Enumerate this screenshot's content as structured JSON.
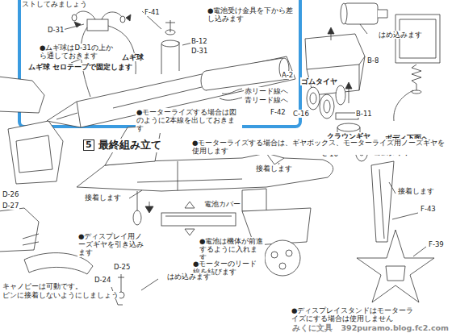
{
  "diagram": {
    "title": "最終組み立て",
    "nodes": [
      {
        "text": [
          "5"
        ]
      }
    ],
    "labels": [
      "ストしてみましょう",
      "D-31",
      "●ムギ球はD-31の上から通しておきます",
      "ムギ球 セロテープで固定します",
      "ムギ球",
      "F-41",
      "B-12",
      "D-31",
      "●電池受け金具を下から差し込みます",
      "赤リード線へ",
      "青リード線へ",
      "●モーターライズする場合は図のように2本線を出しておきます",
      "A-2",
      "F-42",
      "はめ込みます",
      "B-8",
      "ゴムタイヤ",
      "C-16",
      "B-11",
      "クラウンギヤ",
      "C-16",
      "ゴムタイヤ",
      "ボディ下面へ",
      "●モーターライズする場合は、ギヤボックス、モーターライズ用ノーズギヤを使用します",
      "接着します",
      "接着します",
      "接着します",
      "●ディスプレイ用ノーズギヤを引き込みます",
      "電池カバー",
      "●電池は機体が前進するように入れます",
      "●モーターのリード線を結びます",
      "D-25",
      "D-24",
      "はめ込みます",
      "●ディスプレイスタンドはモーターライズにする場合は使用しません",
      "F-43",
      "F-39",
      "キャノピーは可動です。",
      "ピンに接着しないようにしましょう",
      "D-26",
      "D-27",
      "みくに文具　392puramo.blog.fc2.com"
    ]
  }
}
